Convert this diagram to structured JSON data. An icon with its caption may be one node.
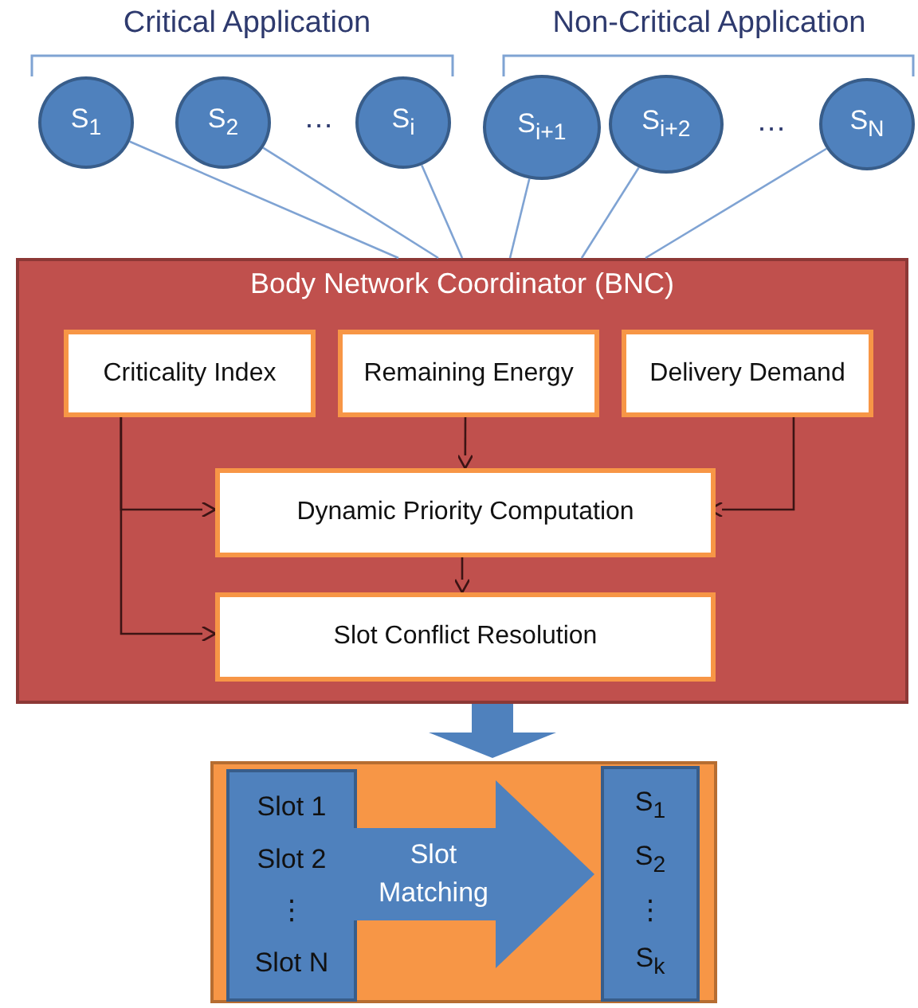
{
  "diagram": {
    "nodes": [
      {
        "text": [
          "S$_{1}$"
        ]
      },
      {
        "text": [
          "S$_{2}$"
        ]
      },
      {
        "text": [
          "S$_{i}$"
        ]
      },
      {
        "text": [
          "S$_{i+1}$"
        ]
      },
      {
        "text": [
          "S$_{i+2}$"
        ]
      },
      {
        "text": [
          "S$_{N}$"
        ]
      },
      {
        "text": [
          "Body Network Coordinator (BNC)"
        ]
      },
      {
        "text": [
          "Criticality Index"
        ],
        "in": 6
      },
      {
        "text": [
          "Remaining Energy"
        ],
        "in": 6
      },
      {
        "text": [
          "Delivery Demand"
        ],
        "in": 6
      },
      {
        "text": [
          "Dynamic Priority Computation"
        ],
        "in": 6
      },
      {
        "text": [
          "Slot Conflict Resolution"
        ],
        "in": 6
      },
      {
        "text": [],
        "shape": "box"
      },
      {
        "text": [
          "Slot 1",
          "Slot 2",
          "⋮",
          "Slot N"
        ],
        "in": 12
      },
      {
        "text": [
          "S$_{1}$",
          "S$_{2}$",
          "⋮",
          "S$_{k}$"
        ],
        "in": 12
      }
    ],
    "edges": [
      {
        "from": 0,
        "to": 6,
        "arrow": "none"
      },
      {
        "from": 1,
        "to": 6,
        "arrow": "none"
      },
      {
        "from": 2,
        "to": 6,
        "arrow": "none"
      },
      {
        "from": 3,
        "to": 6,
        "arrow": "none"
      },
      {
        "from": 4,
        "to": 6,
        "arrow": "none"
      },
      {
        "from": 5,
        "to": 6,
        "arrow": "none"
      },
      {
        "from": 7,
        "to": 10,
        "arrow": "to",
        "color": "#3c1414"
      },
      {
        "from": 7,
        "to": 11,
        "arrow": "to",
        "color": "#3c1414"
      },
      {
        "from": 8,
        "to": 10,
        "arrow": "to",
        "color": "#3c1414"
      },
      {
        "from": 9,
        "to": 10,
        "arrow": "to",
        "color": "#3c1414"
      },
      {
        "from": 10,
        "to": 11,
        "arrow": "to",
        "color": "#3c1414"
      },
      {
        "from": 6,
        "to": 12,
        "arrow": "to",
        "style": "thick",
        "color": "#4f81bd"
      },
      {
        "from": 13,
        "to": 14,
        "arrow": "to",
        "label": "Slot Matching",
        "style": "thick",
        "color": "#4f81bd"
      }
    ],
    "labels": [
      "Critical Application",
      "Non-Critical Application",
      "…",
      "…"
    ]
  }
}
